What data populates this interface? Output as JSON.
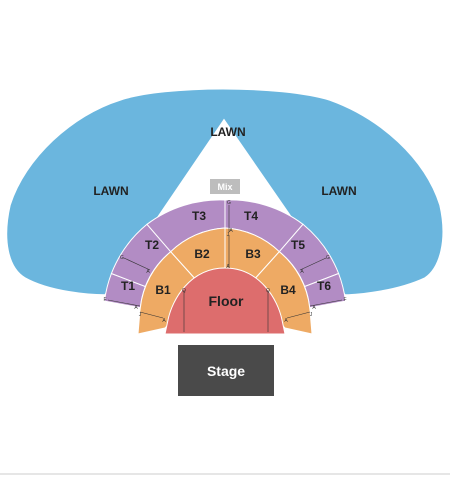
{
  "colors": {
    "lawn": "#6bb6de",
    "lawn_stroke": "#ffffff",
    "tier_t": "#b28cc4",
    "tier_b": "#eeaa64",
    "floor": "#dd6d6d",
    "stage": "#4a4a4a",
    "mix": "#bdbdbd",
    "aisle_line": "#333333"
  },
  "sections": {
    "lawn_top": "LAWN",
    "lawn_left": "LAWN",
    "lawn_right": "LAWN",
    "mix": "Mix",
    "t1": "T1",
    "t2": "T2",
    "t3": "T3",
    "t4": "T4",
    "t5": "T5",
    "t6": "T6",
    "b1": "B1",
    "b2": "B2",
    "b3": "B3",
    "b4": "B4",
    "floor": "Floor",
    "stage": "Stage"
  },
  "row_markers": {
    "t1_first": "F",
    "t1_last": "A",
    "t2_first": "G",
    "t2_last": "A",
    "t3_first": "G",
    "t3_last": "A",
    "t5_first": "G",
    "t5_last": "A",
    "t6_first": "F",
    "t6_last": "A",
    "b1_first": "J",
    "b1_last": "A",
    "b2_first": "J",
    "b2_last": "A",
    "b4_first": "J",
    "b4_last": "A",
    "floor_left": "Q",
    "floor_right": "Q"
  }
}
